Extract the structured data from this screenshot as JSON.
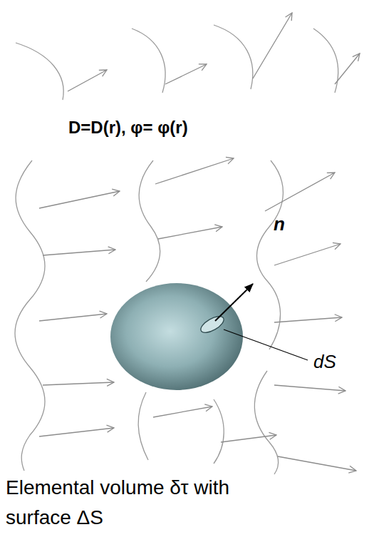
{
  "diagram": {
    "caption": "Elemental volume δτ with surface ΔS",
    "labels": [
      "D=D(r), φ= φ(r)",
      "n",
      "dS"
    ]
  }
}
